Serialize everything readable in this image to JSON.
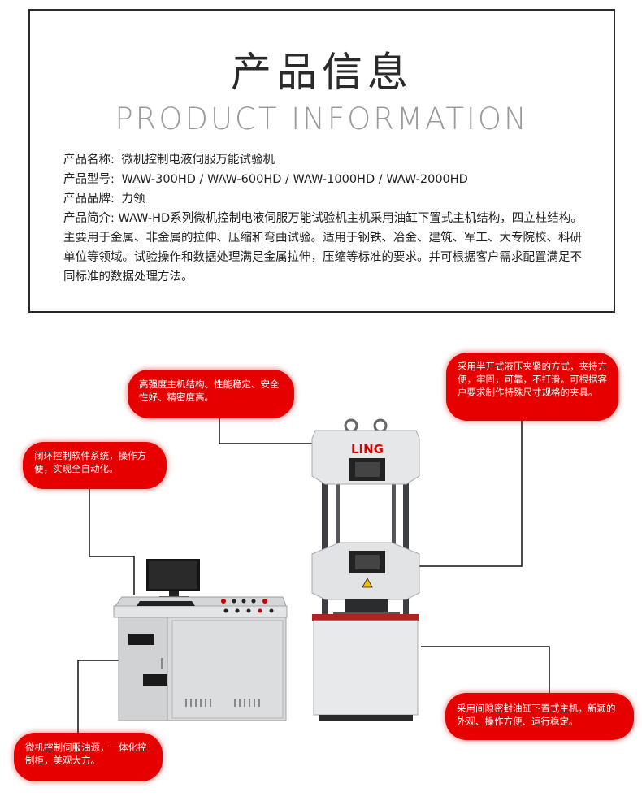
{
  "title_cn": "产品信息",
  "title_en": "PRODUCT INFORMATION",
  "info": {
    "name_label": "产品名称",
    "name_value": "微机控制电液伺服万能试验机",
    "model_label": "产品型号",
    "model_value": "WAW-300HD / WAW-600HD / WAW-1000HD / WAW-2000HD",
    "brand_label": "产品品牌",
    "brand_value": "力领",
    "intro_label": "产品简介",
    "intro_value": "WAW-HD系列微机控制电液伺服万能试验机主机采用油缸下置式主机结构，四立柱结构。主要用于金属、非金属的拉伸、压缩和弯曲试验。适用于钢铁、冶金、建筑、军工、大专院校、科研单位等领域。试验操作和数据处理满足金属拉伸，压缩等标准的要求。并可根据客户需求配置满足不同标准的数据处理方法。",
    "separator": ":"
  },
  "machine": {
    "logo_text": "LING"
  },
  "callouts": {
    "frame": "高强度主机结构、性能稳定、安全性好、精密度高。",
    "clamp": "采用半开式液压夹紧的方式，夹持方便，牢固，可靠，不打滑。可根据客户要求制作特殊尺寸规格的夹具。",
    "software": "闭环控制软件系统，操作方便，实现全自动化。",
    "cylinder": "采用间隙密封油缸下置式主机，新颖的外观、操作方便、运行稳定。",
    "cabinet": "微机控制伺服油源，一体化控制柜，美观大方。"
  },
  "colors": {
    "callout_red": "#e60000",
    "border": "#2b2b2b",
    "english_title": "#9a9a9a"
  }
}
